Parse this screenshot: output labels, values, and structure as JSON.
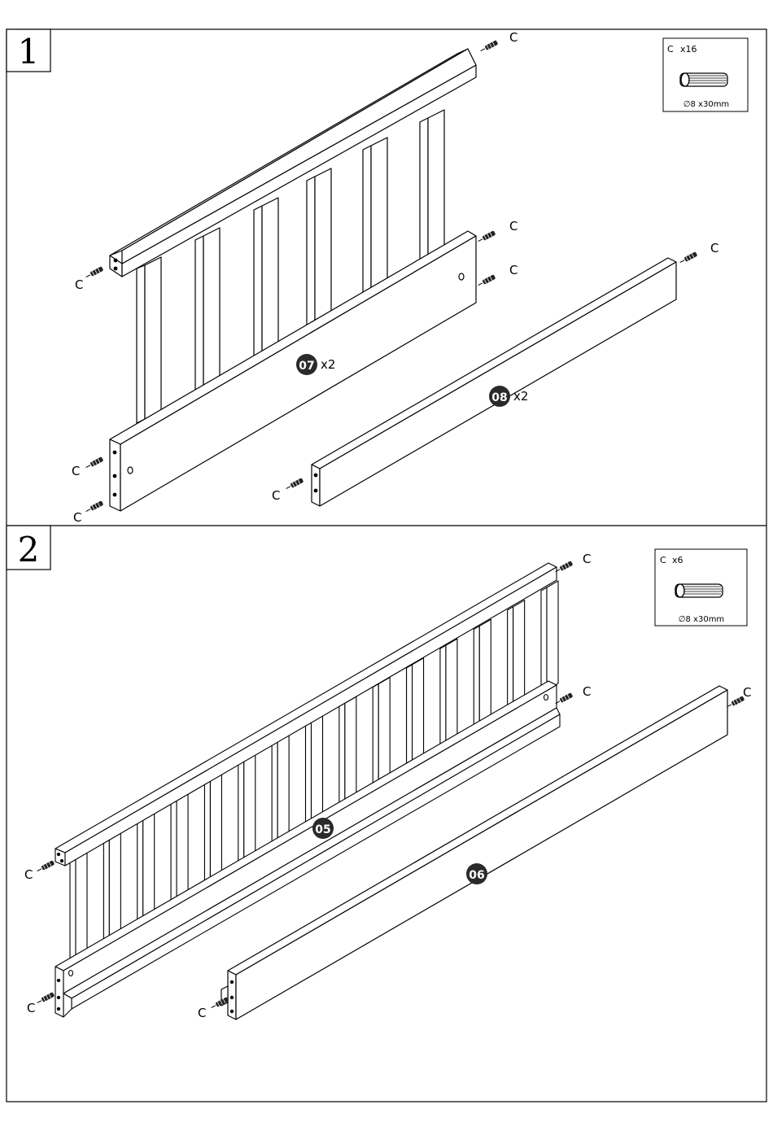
{
  "steps": [
    {
      "number": "1",
      "hardware": {
        "code": "C",
        "qty": "x16",
        "size": "∅8 x30mm",
        "icon": "dowel-icon"
      },
      "parts": [
        {
          "id": "07",
          "qty": "x2"
        },
        {
          "id": "08",
          "qty": "x2"
        }
      ],
      "dowel_label": "C"
    },
    {
      "number": "2",
      "hardware": {
        "code": "C",
        "qty": "x6",
        "size": "∅8 x30mm",
        "icon": "dowel-icon"
      },
      "parts": [
        {
          "id": "05",
          "qty": ""
        },
        {
          "id": "06",
          "qty": ""
        }
      ],
      "dowel_label": "C"
    }
  ],
  "colors": {
    "line": "#000000",
    "badge": "#2a2a2a",
    "paper": "#ffffff"
  }
}
